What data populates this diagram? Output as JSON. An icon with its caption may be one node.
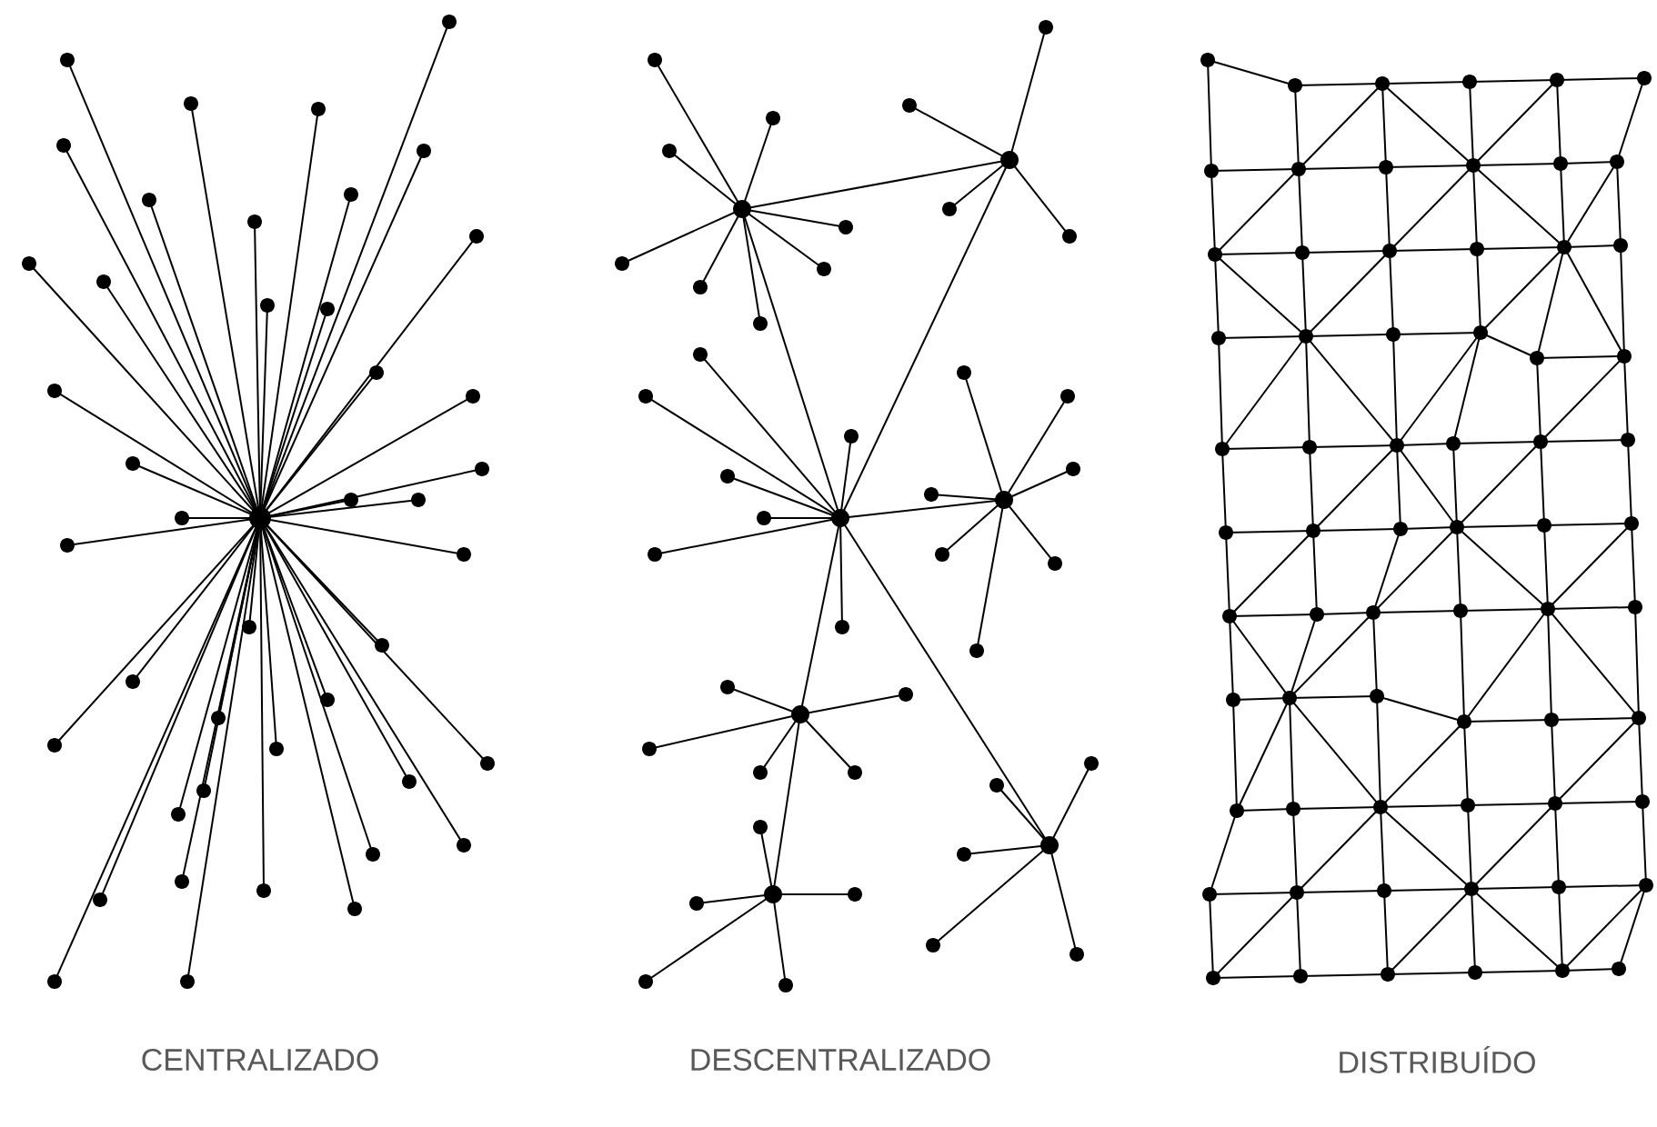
{
  "diagram": {
    "labels": [
      "CENTRALIZADO",
      "DESCENTRALIZADO",
      "DISTRIBUÍDO"
    ]
  }
}
